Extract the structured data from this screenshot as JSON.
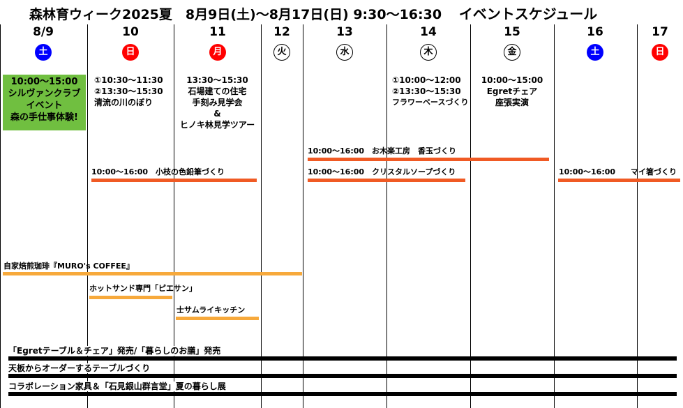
{
  "header": {
    "title": "森林育ウィーク2025夏　8月9日(土)〜8月17日(日) 9:30〜16:30",
    "subtitle": "イベントスケジュール"
  },
  "days": [
    {
      "date": "8/9",
      "weekday": "土",
      "color": "blue"
    },
    {
      "date": "10",
      "weekday": "日",
      "color": "red"
    },
    {
      "date": "11",
      "weekday": "月",
      "color": "red"
    },
    {
      "date": "12",
      "weekday": "火",
      "color": "plain"
    },
    {
      "date": "13",
      "weekday": "水",
      "color": "plain"
    },
    {
      "date": "14",
      "weekday": "木",
      "color": "plain"
    },
    {
      "date": "15",
      "weekday": "金",
      "color": "plain"
    },
    {
      "date": "16",
      "weekday": "土",
      "color": "blue"
    },
    {
      "date": "17",
      "weekday": "日",
      "color": "red"
    }
  ],
  "events": {
    "d9": [
      "10:00〜15:00",
      "シルヴァンクラブ",
      "イベント",
      "森の手仕事体験!"
    ],
    "d10": [
      "①10:30〜11:30",
      "②13:30〜15:30",
      "清流の川のぼり"
    ],
    "d11": [
      "13:30〜15:30",
      "石場建ての住宅",
      "手刻み見学会",
      "&",
      "ヒノキ林見学ツアー"
    ],
    "d14": [
      "①10:00〜12:00",
      "②13:30〜15:30",
      "フラワーベースづくり"
    ],
    "d15": [
      "10:00〜15:00",
      "Egretチェア",
      "座張実演"
    ]
  },
  "bars": {
    "otama": "10:00〜16:00　お木楽工房　香玉づくり",
    "koeda": "10:00〜16:00　小枝の色鉛筆づくり",
    "crystal": "10:00〜16:00　クリスタルソープづくり",
    "maibashi": "10:00〜16:00　　マイ箸づくり",
    "muro": "自家焙煎珈琲『MURO's COFFEE』",
    "hotsand": "ホットサンド専門「ピエサン」",
    "samurai": "士サムライキッチン",
    "long1": "「Egretテーブル＆チェア」発売/「暮らしのお膳」発売",
    "long2": "天板からオーダーするテーブルづくり",
    "long3": "コラボレーション家具＆「石見銀山群言堂」夏の暮らし展"
  }
}
